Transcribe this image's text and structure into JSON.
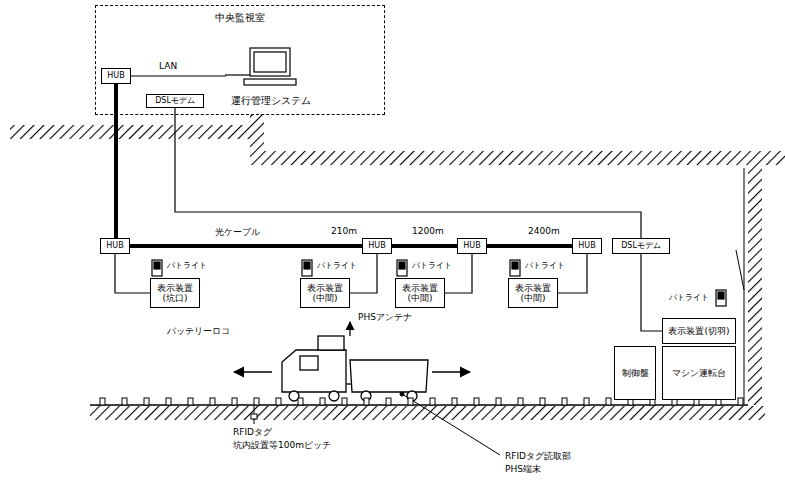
{
  "diagram": {
    "nodes": [
      {
        "text": [
          "中央監視室"
        ]
      },
      {
        "text": [
          "HUB"
        ],
        "in": 0
      },
      {
        "text": [
          "運行管理システム"
        ],
        "in": 0
      },
      {
        "text": [
          "DSLモデム"
        ],
        "in": 0
      },
      {
        "text": [
          "HUB"
        ]
      },
      {
        "text": [
          "HUB"
        ]
      },
      {
        "text": [
          "HUB"
        ]
      },
      {
        "text": [
          "HUB"
        ]
      },
      {
        "text": [
          "表示装置(坑口)"
        ]
      },
      {
        "text": [
          "表示装置(中間)"
        ]
      },
      {
        "text": [
          "表示装置(中間)"
        ]
      },
      {
        "text": [
          "表示装置(中間)"
        ]
      },
      {
        "text": [
          "DSLモデム"
        ]
      },
      {
        "text": [
          "表示装置(切羽)"
        ]
      },
      {
        "text": [
          "制御盤"
        ]
      },
      {
        "text": [
          "マシン運転台"
        ]
      }
    ],
    "edges": [
      {
        "from": 1,
        "to": 2,
        "label": "LAN",
        "arrow": "none"
      },
      {
        "from": 1,
        "to": 4,
        "arrow": "none"
      },
      {
        "from": 3,
        "to": 12,
        "arrow": "none"
      },
      {
        "from": 4,
        "to": 5,
        "label": "光ケーブル",
        "arrow": "none"
      },
      {
        "from": 5,
        "to": 6,
        "arrow": "none"
      },
      {
        "from": 6,
        "to": 7,
        "arrow": "none"
      },
      {
        "from": 4,
        "to": 8,
        "arrow": "none"
      },
      {
        "from": 5,
        "to": 9,
        "arrow": "none"
      },
      {
        "from": 6,
        "to": 10,
        "arrow": "none"
      },
      {
        "from": 7,
        "to": 11,
        "arrow": "none"
      },
      {
        "from": 12,
        "to": 13,
        "arrow": "none"
      }
    ],
    "labels": [
      "210m",
      "1200m",
      "2400m",
      "パトライト",
      "パトライト",
      "パトライト",
      "パトライト",
      "パトライト",
      "バッテリーロコ",
      "PHSアンテナ",
      "RFIDタグ",
      "坑内設置等100mピッチ",
      "RFIDタグ読取部",
      "PHS端末"
    ]
  }
}
